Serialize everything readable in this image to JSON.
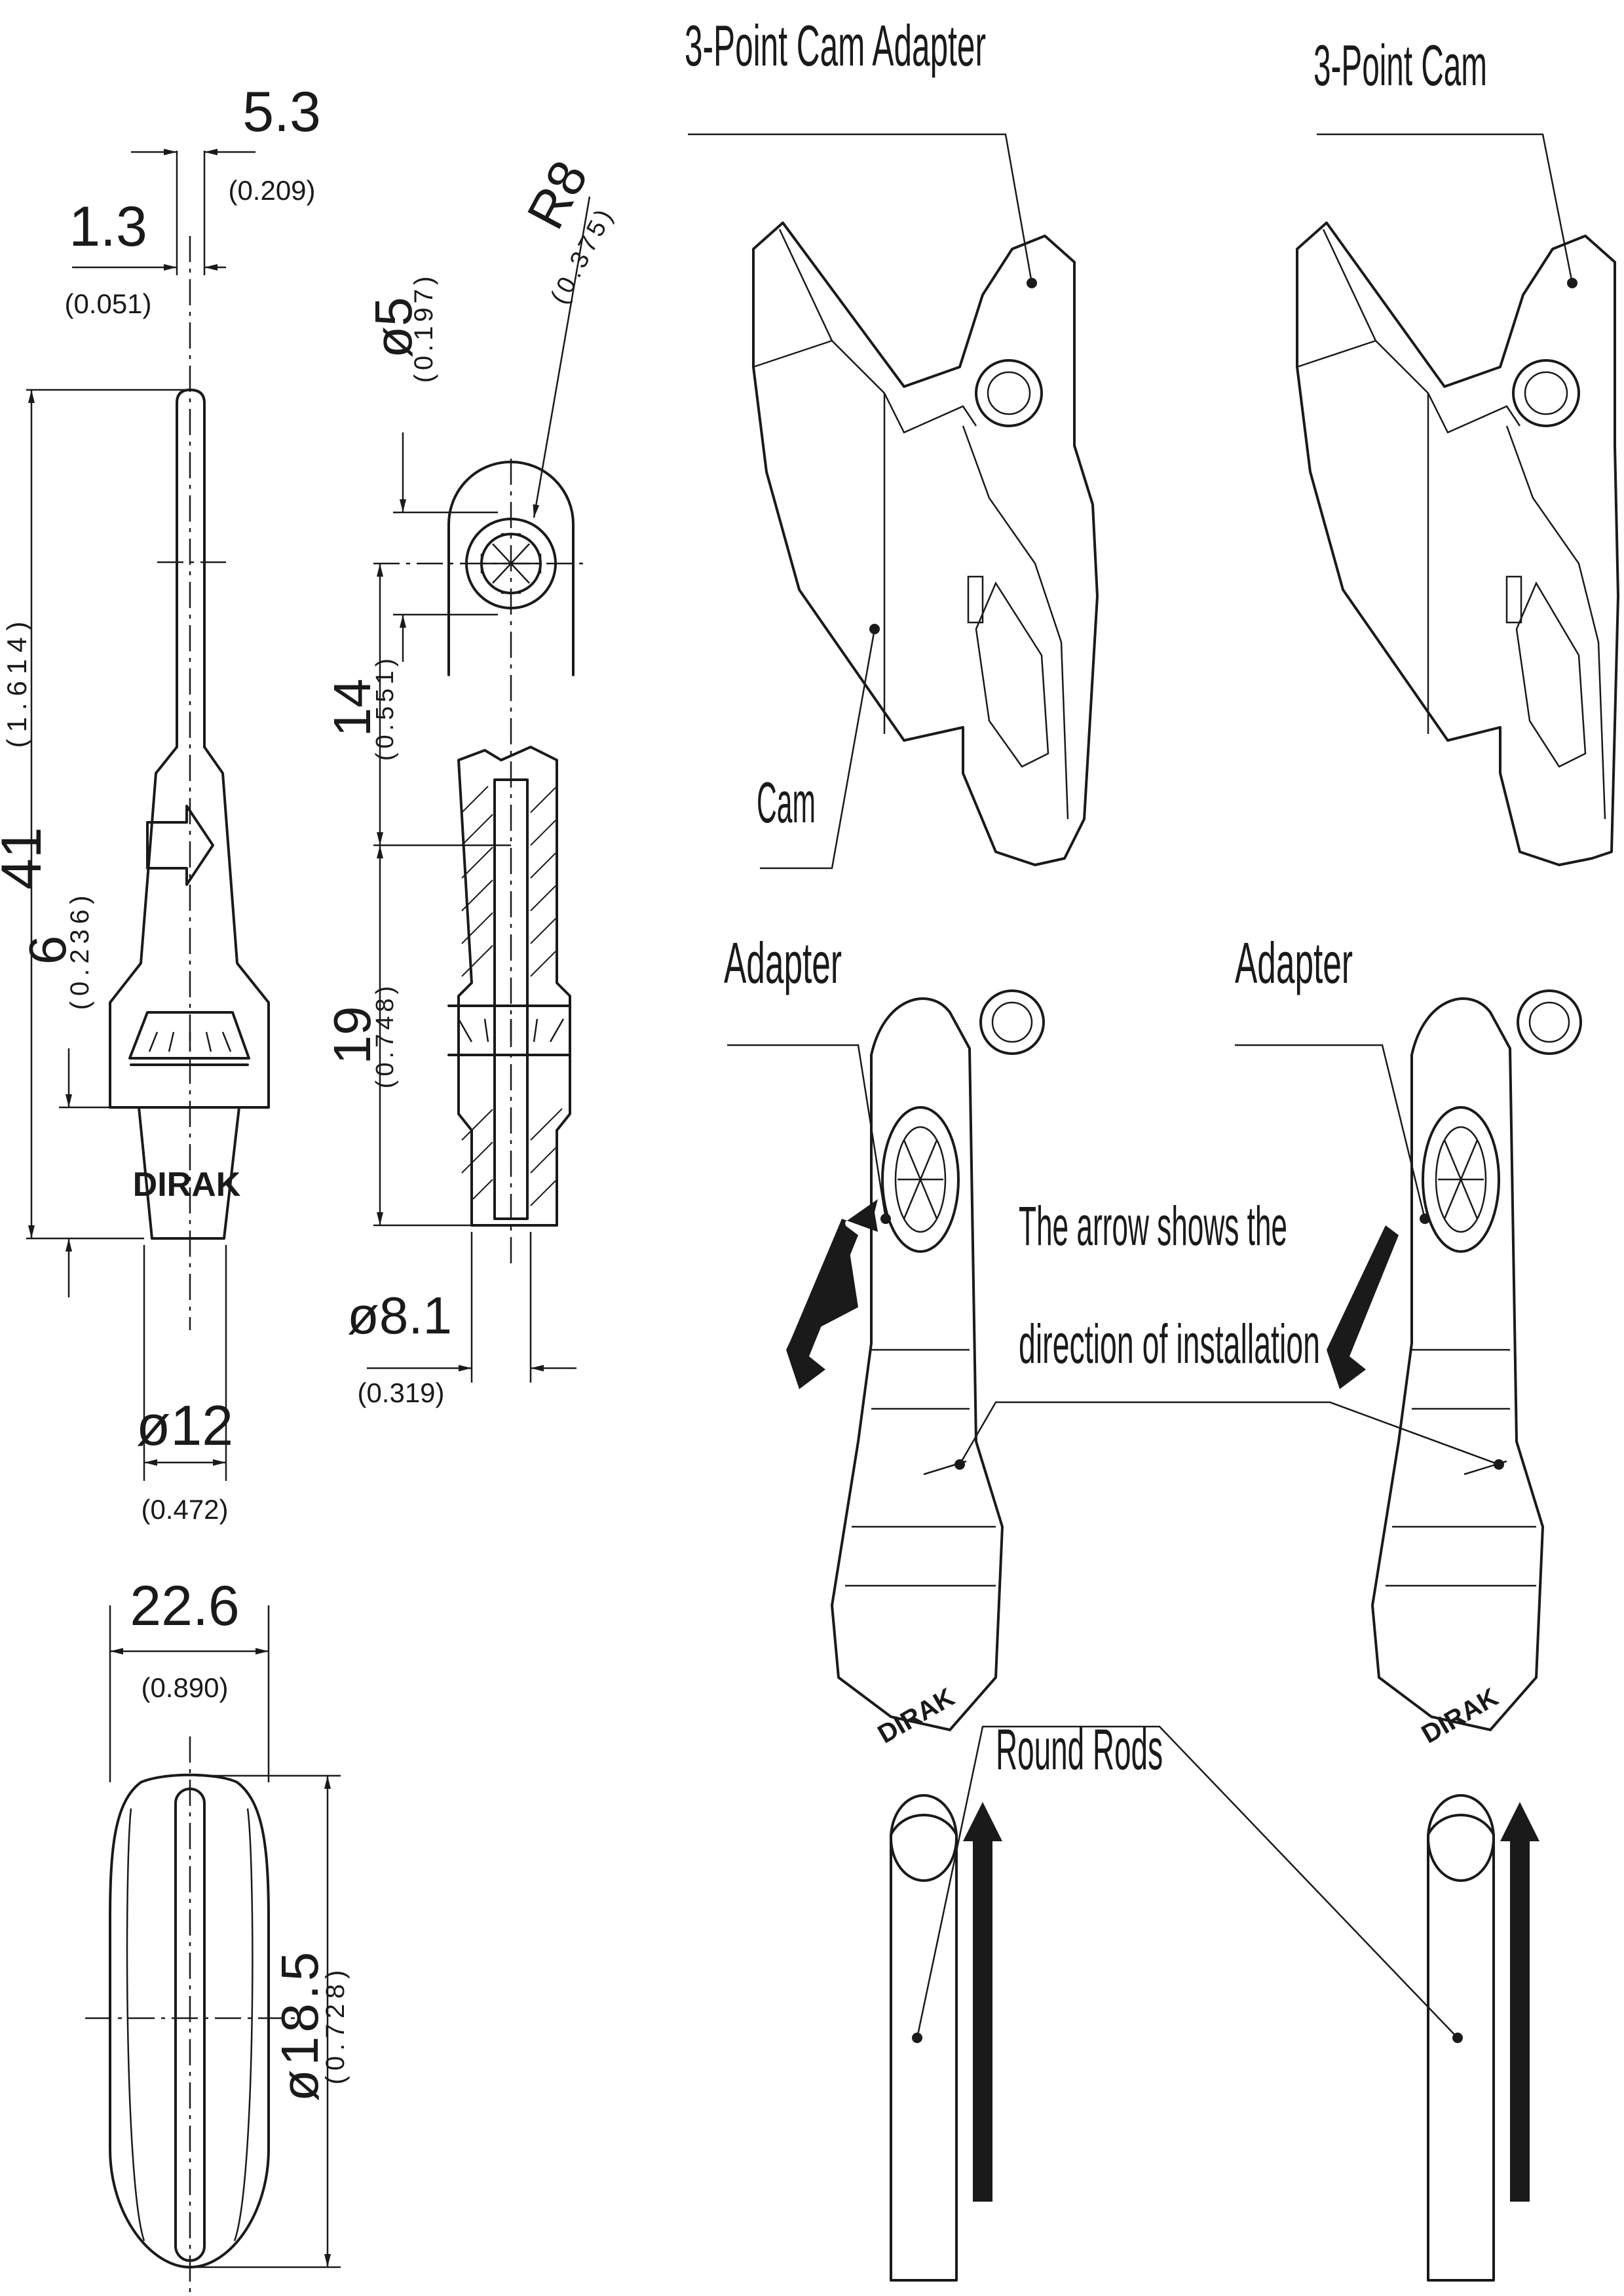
{
  "labels": {
    "three_point_cam_adapter": "3-Point Cam Adapter",
    "three_point_cam": "3-Point Cam",
    "cam": "Cam",
    "adapter_left": "Adapter",
    "adapter_right": "Adapter",
    "arrow_note_line1": "The arrow shows the",
    "arrow_note_line2": "direction of installation",
    "round_rods": "Round Rods",
    "brand": "DIRAK"
  },
  "dimensions": {
    "d_5_3": {
      "mm": "5.3",
      "in": "(0.209)"
    },
    "d_1_3": {
      "mm": "1.3",
      "in": "(0.051)"
    },
    "d_41": {
      "mm": "41",
      "in": "(1.614)"
    },
    "d_6": {
      "mm": "6",
      "in": "(0.236)"
    },
    "d_12": {
      "mm": "ø12",
      "in": "(0.472)"
    },
    "d_22_6": {
      "mm": "22.6",
      "in": "(0.890)"
    },
    "d_18_5": {
      "mm": "ø18.5",
      "in": "(0.728)"
    },
    "d_5": {
      "mm": "ø5",
      "in": "(0.197)"
    },
    "d_r8": {
      "mm": "R8",
      "in": "(0.375)"
    },
    "d_14": {
      "mm": "14",
      "in": "(0.551)"
    },
    "d_19": {
      "mm": "19",
      "in": "(0.748)"
    },
    "d_8_1": {
      "mm": "ø8.1",
      "in": "(0.319)"
    }
  },
  "colors": {
    "line": "#1a1a1a",
    "background": "#ffffff"
  }
}
